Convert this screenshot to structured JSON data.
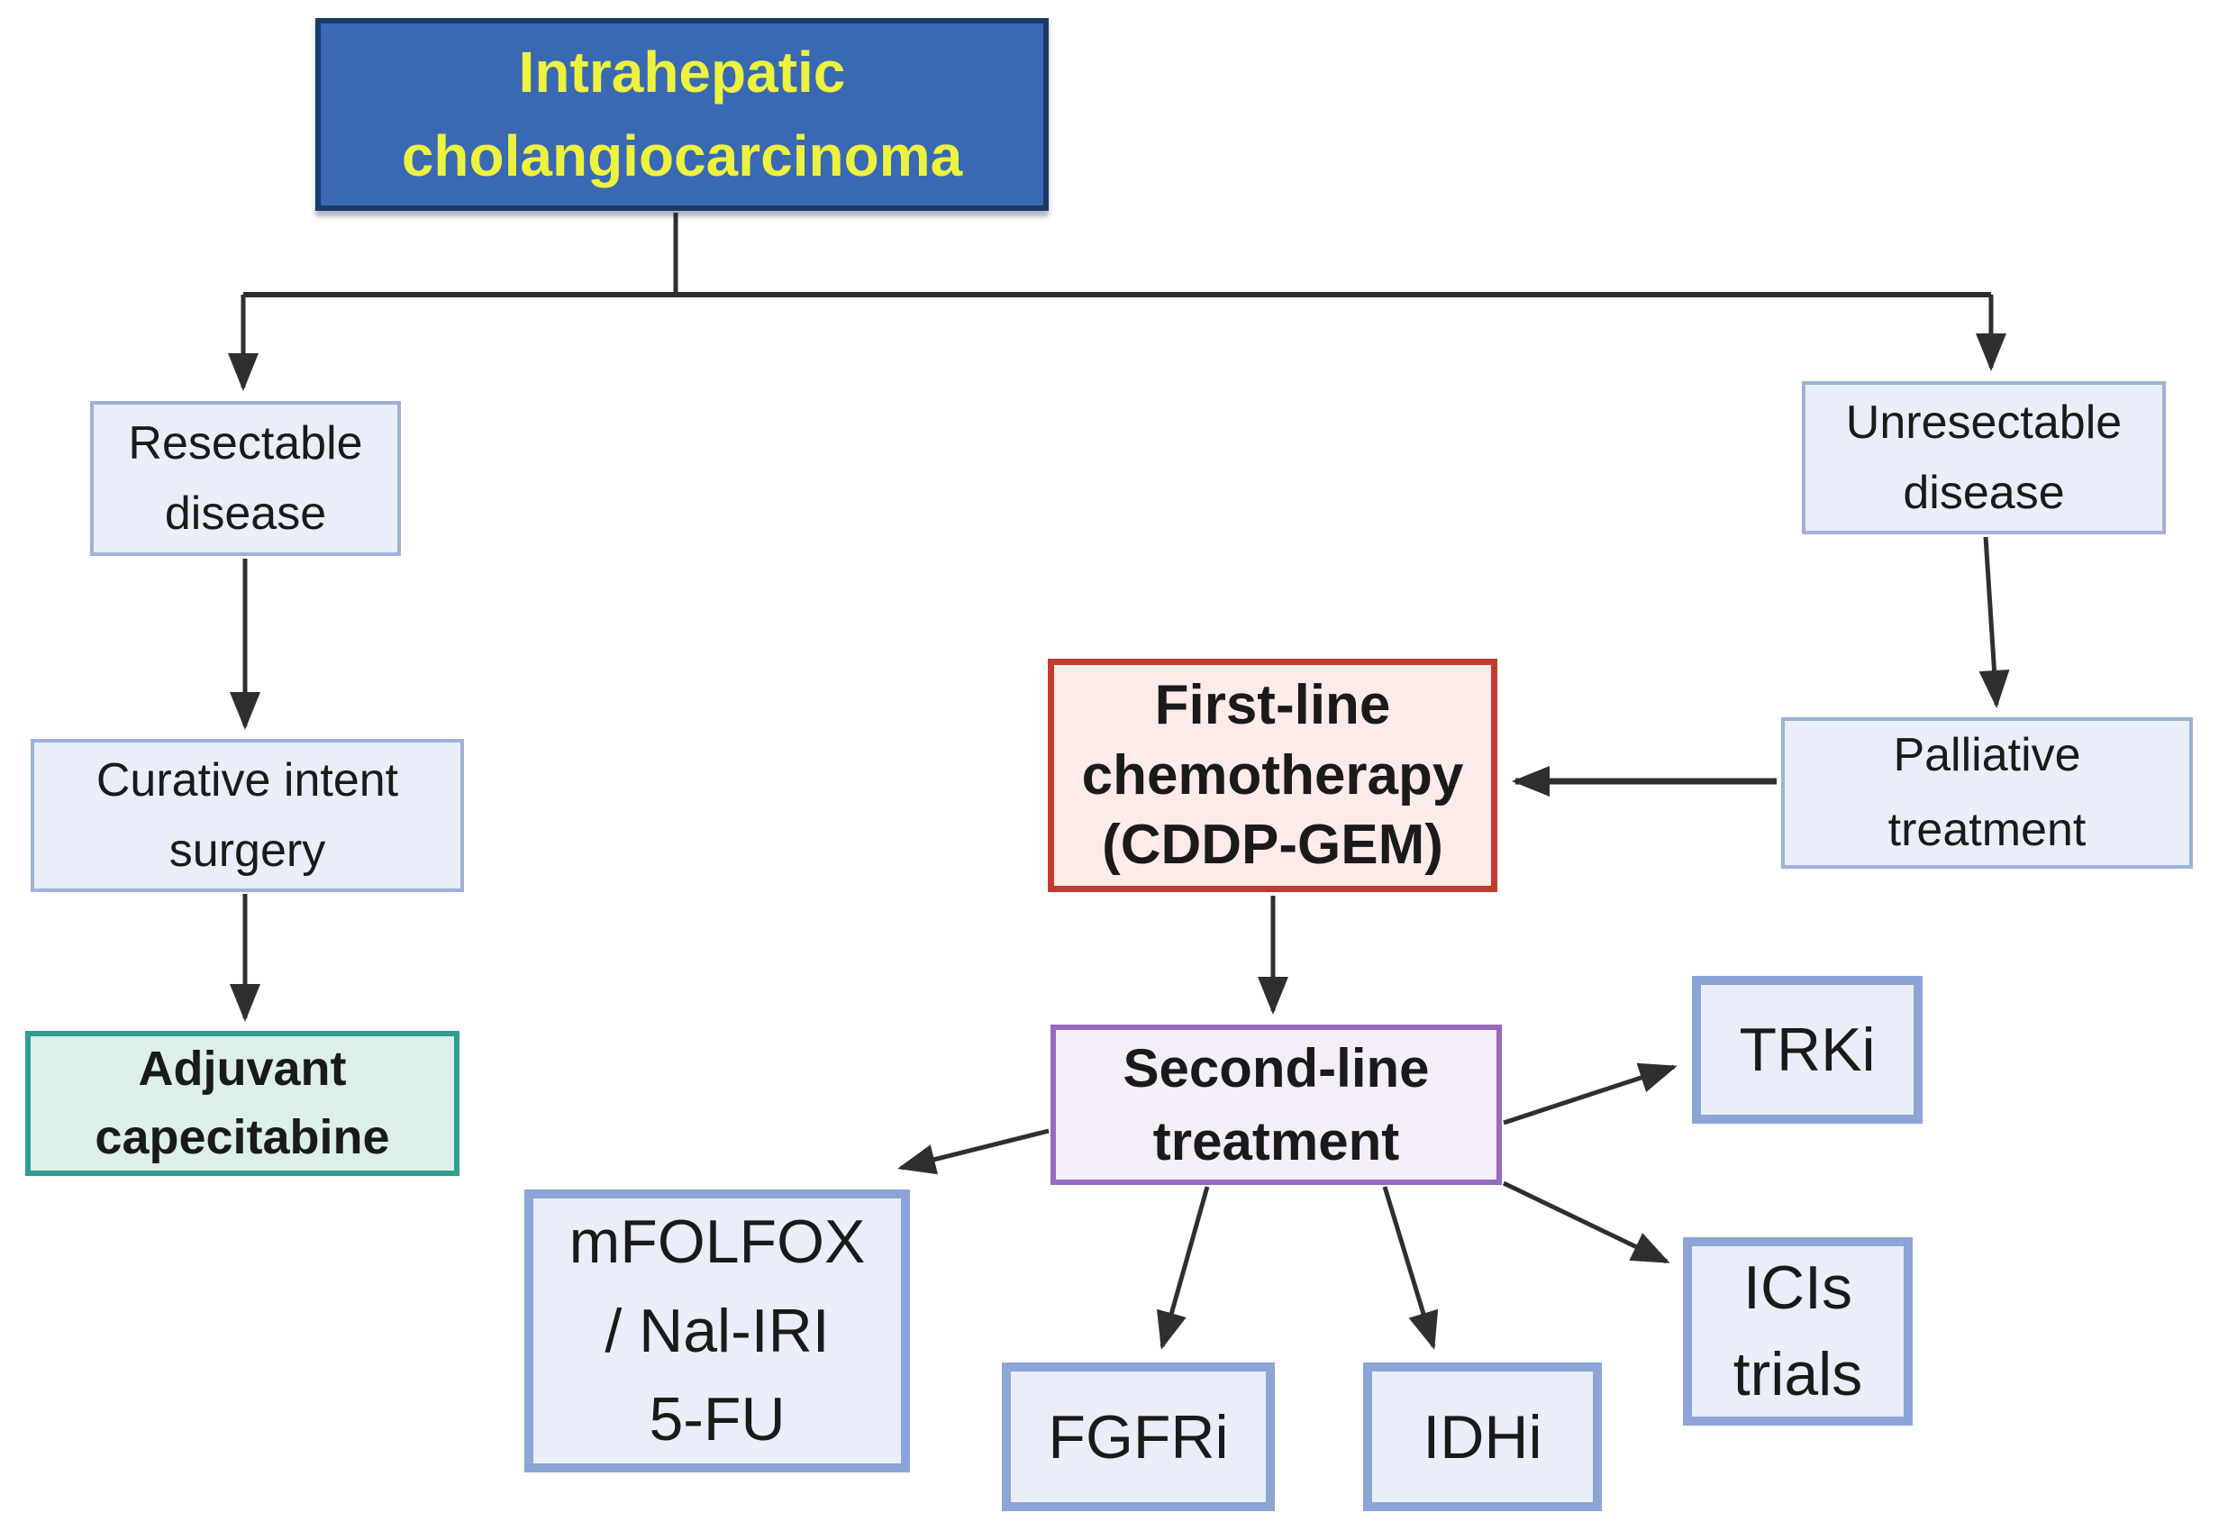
{
  "colors": {
    "arrow": "#2f2f2f",
    "light_blue_fill": "#e9eef8",
    "light_blue_border_thin": "#9fb1d8",
    "light_blue_border_thick": "#8ca5d6",
    "root_fill": "#3a69b4",
    "root_border": "#1a3b66",
    "root_text": "#edf23e",
    "green_fill": "#dcefe9",
    "green_border": "#2d9e90",
    "red_fill": "#fcebe8",
    "red_border": "#c23b2e",
    "purple_fill": "#f3eef8",
    "purple_border": "#9769c0"
  },
  "nodes": {
    "root": {
      "lines": [
        "Intrahepatic",
        "cholangiocarcinoma"
      ],
      "bg": "#3a69b4",
      "border": "#1a3b66",
      "text_color": "#edf23e"
    },
    "resectable": {
      "lines": [
        "Resectable",
        "disease"
      ],
      "bg": "#e9eef8",
      "border": "#9fb1d8"
    },
    "curative": {
      "lines": [
        "Curative intent",
        "surgery"
      ],
      "bg": "#e9eef8",
      "border": "#9fb1d8"
    },
    "adjuvant": {
      "lines": [
        "Adjuvant",
        "capecitabine"
      ],
      "bg": "#dcefe9",
      "border": "#2d9e90"
    },
    "unresectable": {
      "lines": [
        "Unresectable",
        "disease"
      ],
      "bg": "#e9eef8",
      "border": "#9fb1d8"
    },
    "palliative": {
      "lines": [
        "Palliative",
        "treatment"
      ],
      "bg": "#e9eef8",
      "border": "#9fb1d8"
    },
    "first_line": {
      "lines": [
        "First-line",
        "chemotherapy",
        "(CDDP-GEM)"
      ],
      "bg": "#fcebe8",
      "border": "#c23b2e"
    },
    "second_line": {
      "lines": [
        "Second-line",
        "treatment"
      ],
      "bg": "#f3eef8",
      "border": "#9769c0"
    },
    "mfolfox": {
      "lines": [
        "mFOLFOX",
        "/ Nal-IRI",
        "5-FU"
      ],
      "bg": "#e9eef8",
      "border": "#8ca5d6"
    },
    "fgfri": {
      "lines": [
        "FGFRi"
      ],
      "bg": "#e9eef8",
      "border": "#8ca5d6"
    },
    "idhi": {
      "lines": [
        "IDHi"
      ],
      "bg": "#e9eef8",
      "border": "#8ca5d6"
    },
    "trki": {
      "lines": [
        "TRKi"
      ],
      "bg": "#e9eef8",
      "border": "#8ca5d6"
    },
    "icis": {
      "lines": [
        "ICIs",
        "trials"
      ],
      "bg": "#e9eef8",
      "border": "#8ca5d6"
    }
  },
  "edges": [
    {
      "from": "root",
      "to": "resectable"
    },
    {
      "from": "root",
      "to": "unresectable"
    },
    {
      "from": "resectable",
      "to": "curative"
    },
    {
      "from": "curative",
      "to": "adjuvant"
    },
    {
      "from": "unresectable",
      "to": "palliative"
    },
    {
      "from": "palliative",
      "to": "first_line"
    },
    {
      "from": "first_line",
      "to": "second_line"
    },
    {
      "from": "second_line",
      "to": "mfolfox"
    },
    {
      "from": "second_line",
      "to": "fgfri"
    },
    {
      "from": "second_line",
      "to": "idhi"
    },
    {
      "from": "second_line",
      "to": "trki"
    },
    {
      "from": "second_line",
      "to": "icis"
    }
  ]
}
